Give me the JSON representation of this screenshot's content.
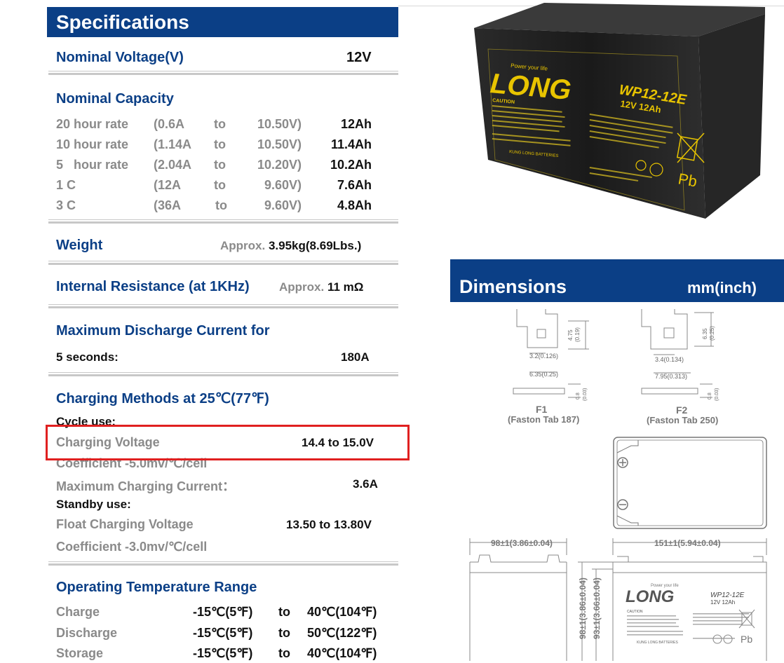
{
  "specs": {
    "title": "Specifications",
    "nominal_voltage": {
      "label": "Nominal Voltage(V)",
      "value": "12V"
    },
    "nominal_capacity": {
      "title": "Nominal Capacity",
      "rows": [
        {
          "rate": "20 hour rate",
          "current": "(0.6A",
          "to": "to",
          "voltage": "10.50V)",
          "capacity": "12Ah"
        },
        {
          "rate": "10 hour rate",
          "current": "(1.14A",
          "to": "to",
          "voltage": "10.50V)",
          "capacity": "11.4Ah"
        },
        {
          "rate": "5   hour rate",
          "current": "(2.04A",
          "to": "to",
          "voltage": "10.20V)",
          "capacity": "10.2Ah"
        },
        {
          "rate": "1 C",
          "current": "(12A",
          "to": "to",
          "voltage": "9.60V)",
          "capacity": "7.6Ah"
        },
        {
          "rate": "3 C",
          "current": "(36A",
          "to": "to",
          "voltage": "9.60V)",
          "capacity": "4.8Ah"
        }
      ]
    },
    "weight": {
      "label": "Weight",
      "prefix": "Approx.",
      "value": "3.95kg(8.69Lbs.)"
    },
    "internal_resistance": {
      "label": "Internal Resistance (at 1KHz)",
      "prefix": "Approx.",
      "value": "11 mΩ"
    },
    "max_discharge": {
      "title": "Maximum Discharge Current for",
      "label": "5 seconds:",
      "value": "180A"
    },
    "charging": {
      "title": "Charging Methods at 25℃(77℉)",
      "cycle_use": "Cycle use:",
      "charging_voltage": {
        "label": "Charging Voltage",
        "value": "14.4 to 15.0V"
      },
      "coefficient_cycle": "Coefficient -5.0mv/℃/cell",
      "max_charging_current": {
        "label": "Maximum Charging Current：",
        "value": "3.6A"
      },
      "standby_use": "Standby use:",
      "float_voltage": {
        "label": "Float Charging Voltage",
        "value": "13.50 to 13.80V"
      },
      "coefficient_standby": "Coefficient -3.0mv/℃/cell"
    },
    "operating_temp": {
      "title": "Operating Temperature Range",
      "rows": [
        {
          "label": "Charge",
          "low": "-15℃(5℉)",
          "to": "to",
          "high": "40℃(104℉)"
        },
        {
          "label": "Discharge",
          "low": "-15℃(5℉)",
          "to": "to",
          "high": "50℃(122℉)"
        },
        {
          "label": "Storage",
          "low": "-15℃(5℉)",
          "to": "to",
          "high": "40℃(104℉)"
        }
      ]
    }
  },
  "battery_image": {
    "brand": "LONG",
    "tagline": "Power your life",
    "model": "WP12-12E",
    "rating": "12V 12Ah",
    "caution": "CAUTION",
    "maker": "KUNG LONG BATTERIES",
    "recycle": "Pb"
  },
  "dimensions": {
    "title": "Dimensions",
    "unit": "mm(inch)",
    "f1": {
      "name": "F1",
      "caption": "(Faston Tab 187)",
      "h": "4.75",
      "h_in": "(0.19)",
      "w1": "3.2(0.126)",
      "w2": "6.35(0.25)",
      "t": "0.8",
      "t_in": "(0.03)"
    },
    "f2": {
      "name": "F2",
      "caption": "(Faston Tab 250)",
      "h": "6.35",
      "h_in": "(0.25)",
      "w1": "3.4(0.134)",
      "w2": "7.95(0.313)",
      "t": "0.8",
      "t_in": "(0.03)"
    },
    "width_side": "98±1(3.86±0.04)",
    "length_front": "151±1(5.94±0.04)",
    "height_total": "98±1(3.86±0.04)",
    "height_body": "93±1(3.66±0.04)"
  },
  "colors": {
    "header": "#0b3f86",
    "highlight": "#e02020"
  }
}
